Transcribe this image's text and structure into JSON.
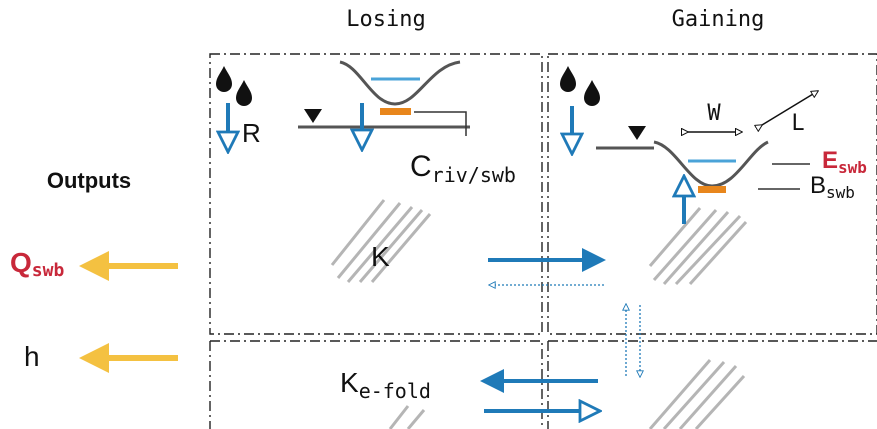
{
  "columns": {
    "losing": "Losing",
    "gaining": "Gaining"
  },
  "outputs": {
    "title": "Outputs",
    "q_main": "Q",
    "q_sub": "swb",
    "h": "h"
  },
  "labels": {
    "recharge": "R",
    "criv_main": "C",
    "criv_sub": "riv/swb",
    "width": "W",
    "length": "L",
    "esub_main": "E",
    "esub_sub": "swb",
    "bsub_main": "B",
    "bsub_sub": "swb",
    "k": "K",
    "kefold_main": "K",
    "kefold_sub": "e-fold"
  },
  "colors": {
    "flow_arrow": "#1f7ab8",
    "output_arrow": "#f4c141",
    "riverbed": "#e8861c",
    "water_line": "#4aa3d8",
    "hatch": "#b5b5b5",
    "accent_text": "#c8283a"
  }
}
